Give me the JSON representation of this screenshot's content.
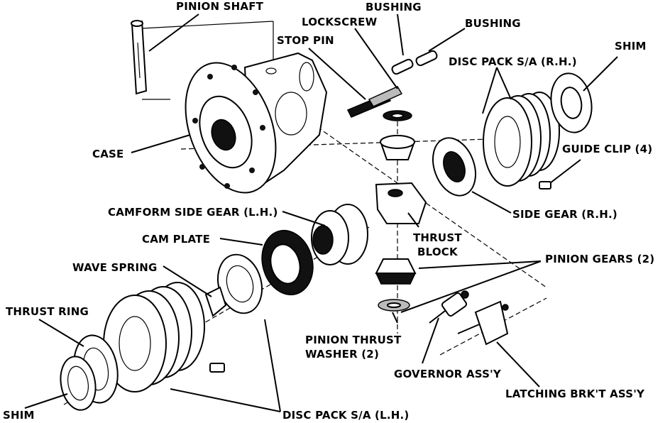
{
  "labels": {
    "pinion_shaft": "PINION SHAFT",
    "bushing_1": "BUSHING",
    "lockscrew": "LOCKSCREW",
    "bushing_2": "BUSHING",
    "stop_pin": "STOP PIN",
    "disc_pack_rh": "DISC PACK S/A (R.H.)",
    "shim_top": "SHIM",
    "case": "CASE",
    "guide_clip": "GUIDE CLIP (4)",
    "camform_side_gear": "CAMFORM SIDE GEAR (L.H.)",
    "side_gear_rh": "SIDE GEAR (R.H.)",
    "cam_plate": "CAM PLATE",
    "thrust_block_1": "THRUST",
    "thrust_block_2": "BLOCK",
    "pinion_gears": "PINION GEARS (2)",
    "wave_spring": "WAVE SPRING",
    "thrust_ring": "THRUST RING",
    "pinion_thrust_washer_1": "PINION THRUST",
    "pinion_thrust_washer_2": "WASHER (2)",
    "governor": "GOVERNOR ASS'Y",
    "latching_bracket": "LATCHING BRK'T ASS'Y",
    "shim_bottom": "SHIM",
    "disc_pack_lh": "DISC PACK S/A (L.H.)"
  }
}
